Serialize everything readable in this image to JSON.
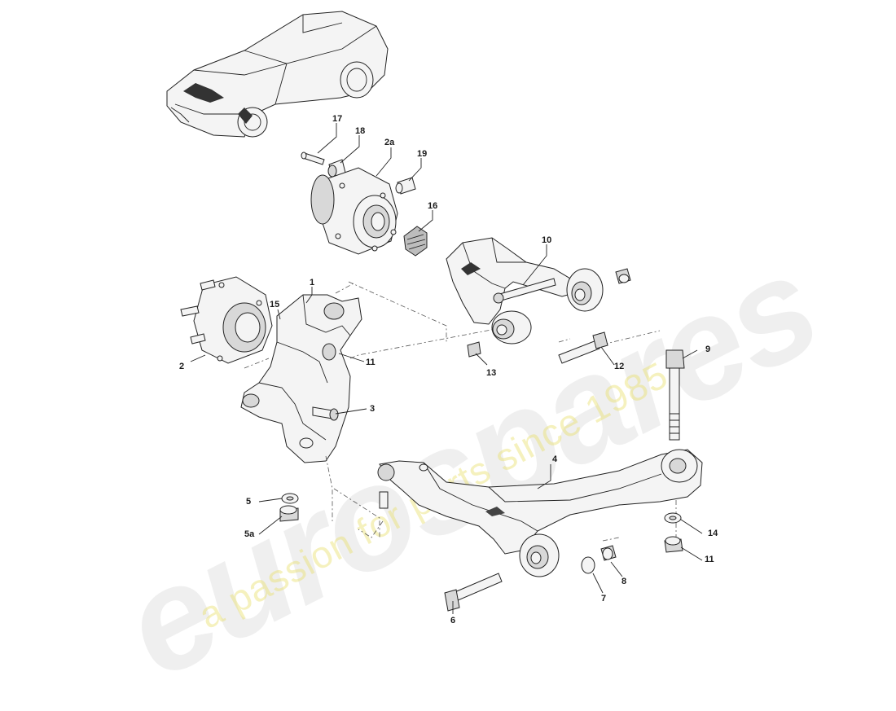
{
  "watermark": {
    "brand": "eurospares",
    "tagline": "a passion for parts since 1985"
  },
  "callouts": [
    {
      "id": "17",
      "label": "17"
    },
    {
      "id": "18",
      "label": "18"
    },
    {
      "id": "2a",
      "label": "2a"
    },
    {
      "id": "19",
      "label": "19"
    },
    {
      "id": "16",
      "label": "16"
    },
    {
      "id": "10",
      "label": "10"
    },
    {
      "id": "1",
      "label": "1"
    },
    {
      "id": "15",
      "label": "15"
    },
    {
      "id": "11a",
      "label": "11"
    },
    {
      "id": "2",
      "label": "2"
    },
    {
      "id": "3",
      "label": "3"
    },
    {
      "id": "13",
      "label": "13"
    },
    {
      "id": "12",
      "label": "12"
    },
    {
      "id": "9",
      "label": "9"
    },
    {
      "id": "4",
      "label": "4"
    },
    {
      "id": "5",
      "label": "5"
    },
    {
      "id": "5a",
      "label": "5a"
    },
    {
      "id": "14",
      "label": "14"
    },
    {
      "id": "11b",
      "label": "11"
    },
    {
      "id": "8",
      "label": "8"
    },
    {
      "id": "7",
      "label": "7"
    },
    {
      "id": "6",
      "label": "6"
    }
  ]
}
